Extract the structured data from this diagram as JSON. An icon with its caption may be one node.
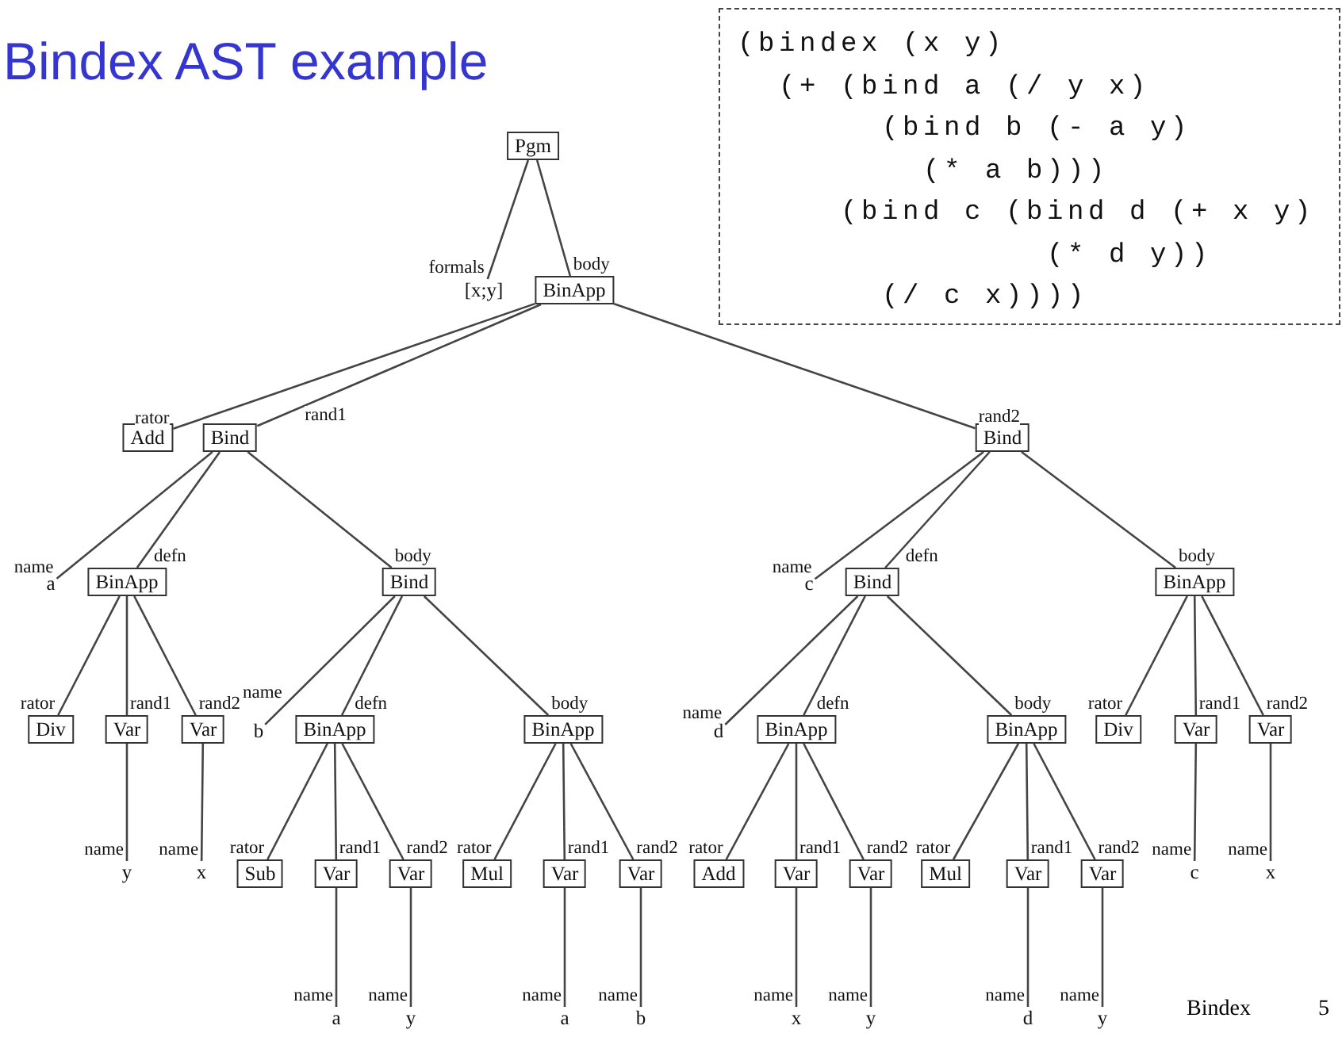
{
  "diagram": {
    "title": "Bindex AST example",
    "nodes": [
      {
        "text": [
          "Pgm"
        ]
      },
      {
        "text": [
          "[x;y]"
        ]
      },
      {
        "text": [
          "BinApp"
        ]
      },
      {
        "text": [
          "Add"
        ]
      },
      {
        "text": [
          "Bind"
        ]
      },
      {
        "text": [
          "Bind"
        ]
      },
      {
        "text": [
          "a"
        ]
      },
      {
        "text": [
          "BinApp"
        ]
      },
      {
        "text": [
          "Bind"
        ]
      },
      {
        "text": [
          "c"
        ]
      },
      {
        "text": [
          "Bind"
        ]
      },
      {
        "text": [
          "BinApp"
        ]
      },
      {
        "text": [
          "Div"
        ]
      },
      {
        "text": [
          "Var"
        ]
      },
      {
        "text": [
          "Var"
        ]
      },
      {
        "text": [
          "b"
        ]
      },
      {
        "text": [
          "BinApp"
        ]
      },
      {
        "text": [
          "BinApp"
        ]
      },
      {
        "text": [
          "d"
        ]
      },
      {
        "text": [
          "BinApp"
        ]
      },
      {
        "text": [
          "BinApp"
        ]
      },
      {
        "text": [
          "Div"
        ]
      },
      {
        "text": [
          "Var"
        ]
      },
      {
        "text": [
          "Var"
        ]
      },
      {
        "text": [
          "y"
        ]
      },
      {
        "text": [
          "x"
        ]
      },
      {
        "text": [
          "Sub"
        ]
      },
      {
        "text": [
          "Var"
        ]
      },
      {
        "text": [
          "Var"
        ]
      },
      {
        "text": [
          "Mul"
        ]
      },
      {
        "text": [
          "Var"
        ]
      },
      {
        "text": [
          "Var"
        ]
      },
      {
        "text": [
          "Add"
        ]
      },
      {
        "text": [
          "Var"
        ]
      },
      {
        "text": [
          "Var"
        ]
      },
      {
        "text": [
          "Mul"
        ]
      },
      {
        "text": [
          "Var"
        ]
      },
      {
        "text": [
          "Var"
        ]
      },
      {
        "text": [
          "c"
        ]
      },
      {
        "text": [
          "x"
        ]
      },
      {
        "text": [
          "a"
        ]
      },
      {
        "text": [
          "y"
        ]
      },
      {
        "text": [
          "a"
        ]
      },
      {
        "text": [
          "b"
        ]
      },
      {
        "text": [
          "x"
        ]
      },
      {
        "text": [
          "y"
        ]
      },
      {
        "text": [
          "d"
        ]
      },
      {
        "text": [
          "y"
        ]
      },
      {
        "text": [
          "(bindex (x y)",
          "  (+ (bind a (/ y x)",
          "       (bind b (- a y)",
          "         (* a b)))",
          "     (bind c (bind d (+ x y)",
          "               (* d y))",
          "       (/ c x))))"
        ]
      }
    ],
    "edges": [
      {
        "from": 0,
        "to": 1,
        "arrow": "none",
        "label": "formals"
      },
      {
        "from": 0,
        "to": 2,
        "arrow": "none",
        "label": "body"
      },
      {
        "from": 2,
        "to": 3,
        "arrow": "none",
        "label": "rator"
      },
      {
        "from": 2,
        "to": 4,
        "arrow": "none",
        "label": "rand1"
      },
      {
        "from": 2,
        "to": 5,
        "arrow": "none",
        "label": "rand2"
      },
      {
        "from": 4,
        "to": 6,
        "arrow": "none",
        "label": "name"
      },
      {
        "from": 4,
        "to": 7,
        "arrow": "none",
        "label": "defn"
      },
      {
        "from": 4,
        "to": 8,
        "arrow": "none",
        "label": "body"
      },
      {
        "from": 5,
        "to": 9,
        "arrow": "none",
        "label": "name"
      },
      {
        "from": 5,
        "to": 10,
        "arrow": "none",
        "label": "defn"
      },
      {
        "from": 5,
        "to": 11,
        "arrow": "none",
        "label": "body"
      },
      {
        "from": 7,
        "to": 12,
        "arrow": "none",
        "label": "rator"
      },
      {
        "from": 7,
        "to": 13,
        "arrow": "none",
        "label": "rand1"
      },
      {
        "from": 7,
        "to": 14,
        "arrow": "none",
        "label": "rand2"
      },
      {
        "from": 8,
        "to": 15,
        "arrow": "none",
        "label": "name"
      },
      {
        "from": 8,
        "to": 16,
        "arrow": "none",
        "label": "defn"
      },
      {
        "from": 8,
        "to": 17,
        "arrow": "none",
        "label": "body"
      },
      {
        "from": 10,
        "to": 18,
        "arrow": "none",
        "label": "name"
      },
      {
        "from": 10,
        "to": 19,
        "arrow": "none",
        "label": "defn"
      },
      {
        "from": 10,
        "to": 20,
        "arrow": "none",
        "label": "body"
      },
      {
        "from": 11,
        "to": 21,
        "arrow": "none",
        "label": "rator"
      },
      {
        "from": 11,
        "to": 22,
        "arrow": "none",
        "label": "rand1"
      },
      {
        "from": 11,
        "to": 23,
        "arrow": "none",
        "label": "rand2"
      },
      {
        "from": 13,
        "to": 24,
        "arrow": "none",
        "label": "name"
      },
      {
        "from": 14,
        "to": 25,
        "arrow": "none",
        "label": "name"
      },
      {
        "from": 16,
        "to": 26,
        "arrow": "none",
        "label": "rator"
      },
      {
        "from": 16,
        "to": 27,
        "arrow": "none",
        "label": "rand1"
      },
      {
        "from": 16,
        "to": 28,
        "arrow": "none",
        "label": "rand2"
      },
      {
        "from": 17,
        "to": 29,
        "arrow": "none",
        "label": "rator"
      },
      {
        "from": 17,
        "to": 30,
        "arrow": "none",
        "label": "rand1"
      },
      {
        "from": 17,
        "to": 31,
        "arrow": "none",
        "label": "rand2"
      },
      {
        "from": 19,
        "to": 32,
        "arrow": "none",
        "label": "rator"
      },
      {
        "from": 19,
        "to": 33,
        "arrow": "none",
        "label": "rand1"
      },
      {
        "from": 19,
        "to": 34,
        "arrow": "none",
        "label": "rand2"
      },
      {
        "from": 20,
        "to": 35,
        "arrow": "none",
        "label": "rator"
      },
      {
        "from": 20,
        "to": 36,
        "arrow": "none",
        "label": "rand1"
      },
      {
        "from": 20,
        "to": 37,
        "arrow": "none",
        "label": "rand2"
      },
      {
        "from": 22,
        "to": 38,
        "arrow": "none",
        "label": "name"
      },
      {
        "from": 23,
        "to": 39,
        "arrow": "none",
        "label": "name"
      },
      {
        "from": 27,
        "to": 40,
        "arrow": "none",
        "label": "name"
      },
      {
        "from": 28,
        "to": 41,
        "arrow": "none",
        "label": "name"
      },
      {
        "from": 30,
        "to": 42,
        "arrow": "none",
        "label": "name"
      },
      {
        "from": 31,
        "to": 43,
        "arrow": "none",
        "label": "name"
      },
      {
        "from": 33,
        "to": 44,
        "arrow": "none",
        "label": "name"
      },
      {
        "from": 34,
        "to": 45,
        "arrow": "none",
        "label": "name"
      },
      {
        "from": 36,
        "to": 46,
        "arrow": "none",
        "label": "name"
      },
      {
        "from": 37,
        "to": 47,
        "arrow": "none",
        "label": "name"
      }
    ],
    "labels": [
      "Bindex",
      "5"
    ]
  }
}
